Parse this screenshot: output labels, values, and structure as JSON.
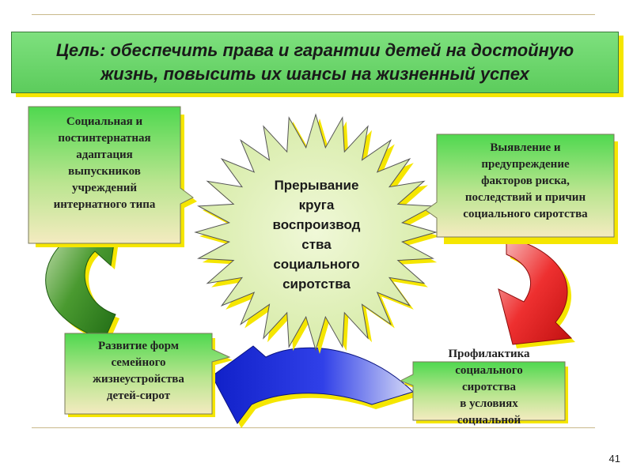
{
  "goal": {
    "text": "Цель: обеспечить права и гарантии детей на достойную\nжизнь, повысить их шансы на жизненный успех"
  },
  "center": {
    "lines": [
      "Прерывание",
      "круга",
      "воспроизвод",
      "ства",
      "социального",
      "сиротства"
    ]
  },
  "boxes": {
    "top_left": [
      "Социальная и",
      "постинтернатная",
      "адаптация",
      "выпускников",
      "учреждений",
      "интернатного типа"
    ],
    "top_right": [
      "Выявление и",
      "предупреждение",
      "факторов риска,",
      "последствий и причин",
      "социального сиротства"
    ],
    "bottom_left": [
      "Развитие форм",
      "семейного",
      "жизнеустройства",
      "детей-сирот"
    ],
    "bottom_right": [
      "Профилактика",
      "социального",
      "сиротства",
      "в условиях",
      "социальной"
    ]
  },
  "colors": {
    "green_box": "#4fd84f",
    "cream_box": "#f4ebc0",
    "shadow_yellow": "#f5e600",
    "star_fill": "#e8f5c0",
    "arrow_green": "#2e7d1f",
    "arrow_red": "#e8202a",
    "arrow_blue": "#1f2fe0"
  },
  "page_number": "41"
}
